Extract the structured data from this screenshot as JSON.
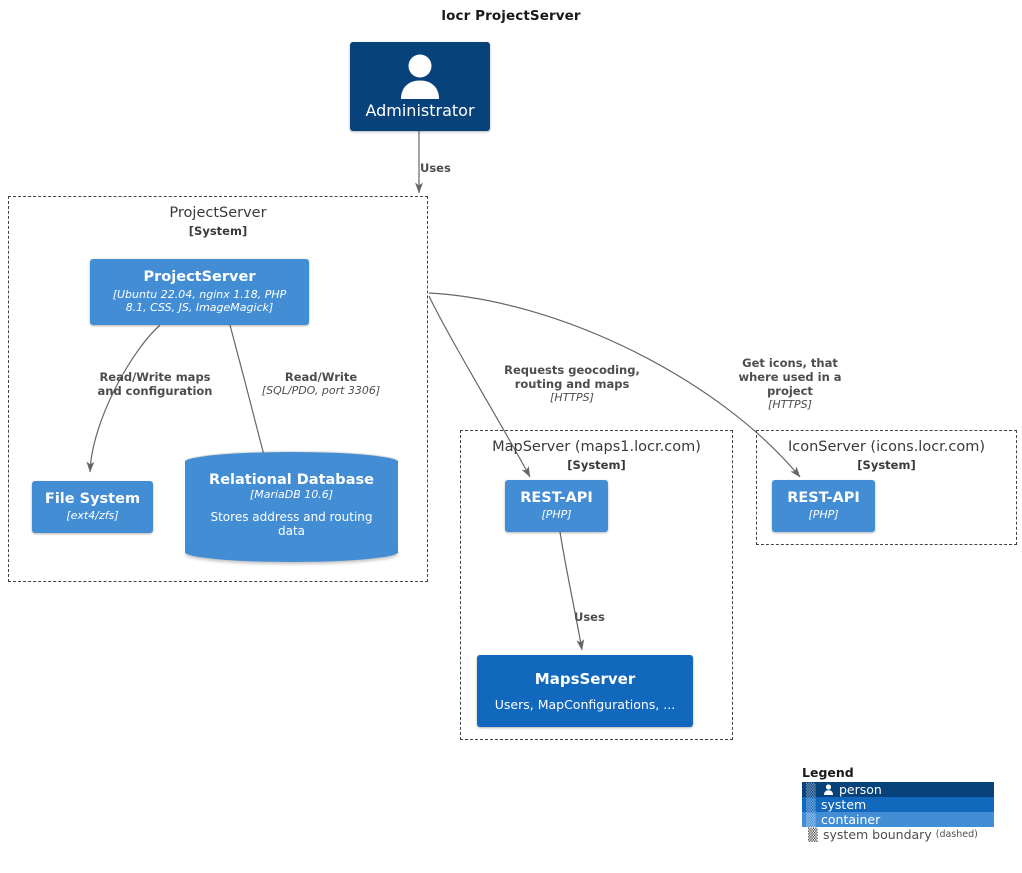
{
  "title": "locr ProjectServer",
  "nodes": {
    "administrator": {
      "name": "Administrator",
      "icon": "person-icon"
    },
    "projectserver_container": {
      "name": "ProjectServer",
      "tech": "[Ubuntu 22.04, nginx 1.18, PHP 8.1, CSS, JS, ImageMagick]"
    },
    "file_system": {
      "name": "File System",
      "tech": "[ext4/zfs]"
    },
    "relational_database": {
      "name": "Relational Database",
      "tech": "[MariaDB 10.6]",
      "desc": "Stores address and routing data"
    },
    "map_rest_api": {
      "name": "REST-API",
      "tech": "[PHP]"
    },
    "icon_rest_api": {
      "name": "REST-API",
      "tech": "[PHP]"
    },
    "maps_server": {
      "name": "MapsServer",
      "desc": "Users, MapConfigurations, ..."
    }
  },
  "boundaries": {
    "projectserver": {
      "name": "ProjectServer",
      "type": "[System]"
    },
    "mapserver": {
      "name": "MapServer (maps1.locr.com)",
      "type": "[System]"
    },
    "iconserver": {
      "name": "IconServer (icons.locr.com)",
      "type": "[System]"
    }
  },
  "edges": {
    "admin_uses": {
      "label": "Uses",
      "tech": ""
    },
    "read_write_maps": {
      "label": "Read/Write maps and configuration",
      "tech": ""
    },
    "read_write_db": {
      "label": "Read/Write",
      "tech": "[SQL/PDO, port 3306]"
    },
    "requests_geocoding": {
      "label": "Requests geocoding, routing and maps",
      "tech": "[HTTPS]"
    },
    "get_icons": {
      "label": "Get icons, that where used in a project",
      "tech": "[HTTPS]"
    },
    "restapi_uses": {
      "label": "Uses",
      "tech": ""
    }
  },
  "edge_lines": {
    "read_write_maps_l1": "Read/Write maps",
    "read_write_maps_l2": "and configuration",
    "requests_l1": "Requests geocoding,",
    "requests_l2": "routing and maps",
    "get_icons_l1": "Get icons, that",
    "get_icons_l2": "where used in a",
    "get_icons_l3": "project",
    "ps_tech_l1": "[Ubuntu 22.04, nginx 1.18, PHP",
    "ps_tech_l2": "8.1, CSS, JS, ImageMagick]"
  },
  "legend": {
    "title": "Legend",
    "items": [
      {
        "label": "person",
        "color": "#08427B"
      },
      {
        "label": "system",
        "color": "#1168BD"
      },
      {
        "label": "container",
        "color": "#438DD5"
      }
    ],
    "boundary": {
      "label": "system boundary",
      "note": "(dashed)"
    }
  },
  "colors": {
    "person": "#08427B",
    "system": "#1168BD",
    "container": "#438DD5",
    "edge": "#666666",
    "boundary": "#444444",
    "text": "#1a1a1a"
  }
}
